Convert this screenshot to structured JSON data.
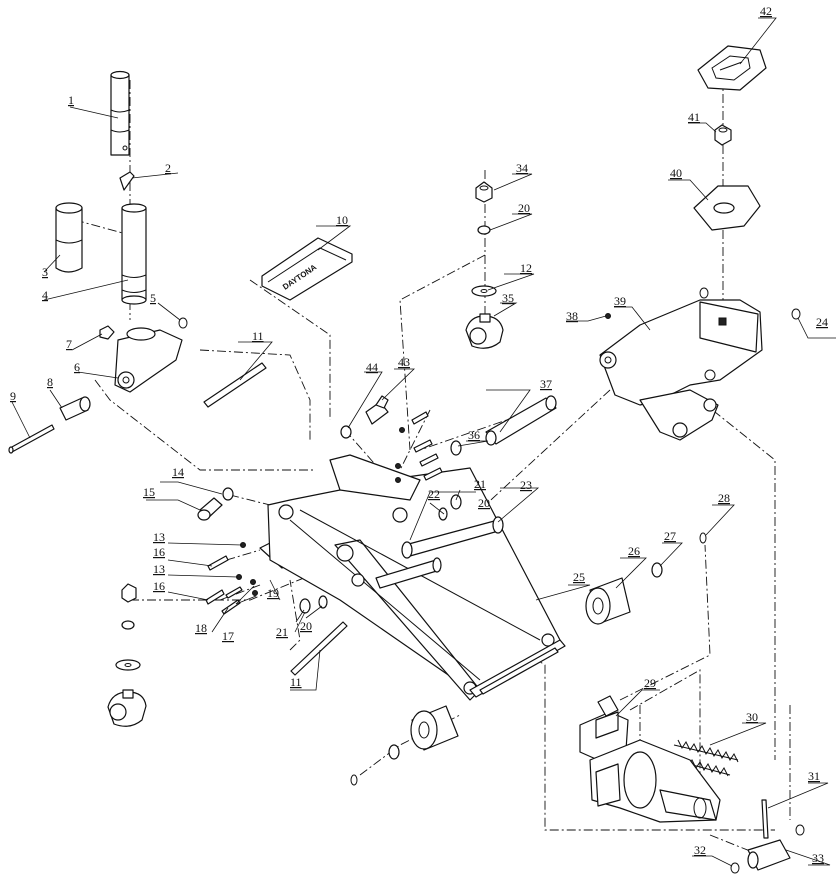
{
  "callouts": {
    "c1": "1",
    "c2": "2",
    "c3": "3",
    "c4": "4",
    "c5": "5",
    "c6": "6",
    "c7": "7",
    "c8": "8",
    "c9": "9",
    "c10": "10",
    "c11a": "11",
    "c11b": "11",
    "c12": "12",
    "c13a": "13",
    "c13b": "13",
    "c14": "14",
    "c15": "15",
    "c16a": "16",
    "c16b": "16",
    "c17": "17",
    "c18": "18",
    "c19": "19",
    "c20a": "20",
    "c20b": "20",
    "c20c": "20",
    "c21a": "21",
    "c21b": "21",
    "c22": "22",
    "c23": "23",
    "c24": "24",
    "c25": "25",
    "c26": "26",
    "c27": "27",
    "c28": "28",
    "c29": "29",
    "c30": "30",
    "c31": "31",
    "c32": "32",
    "c33": "33",
    "c34": "34",
    "c35": "35",
    "c36": "36",
    "c37": "37",
    "c38": "38",
    "c39": "39",
    "c40": "40",
    "c41": "41",
    "c42": "42",
    "c43": "43",
    "c44": "44"
  },
  "brand": {
    "handle_socket_label": "DAYTONA"
  },
  "colors": {
    "line": "#111111",
    "background": "#ffffff"
  }
}
